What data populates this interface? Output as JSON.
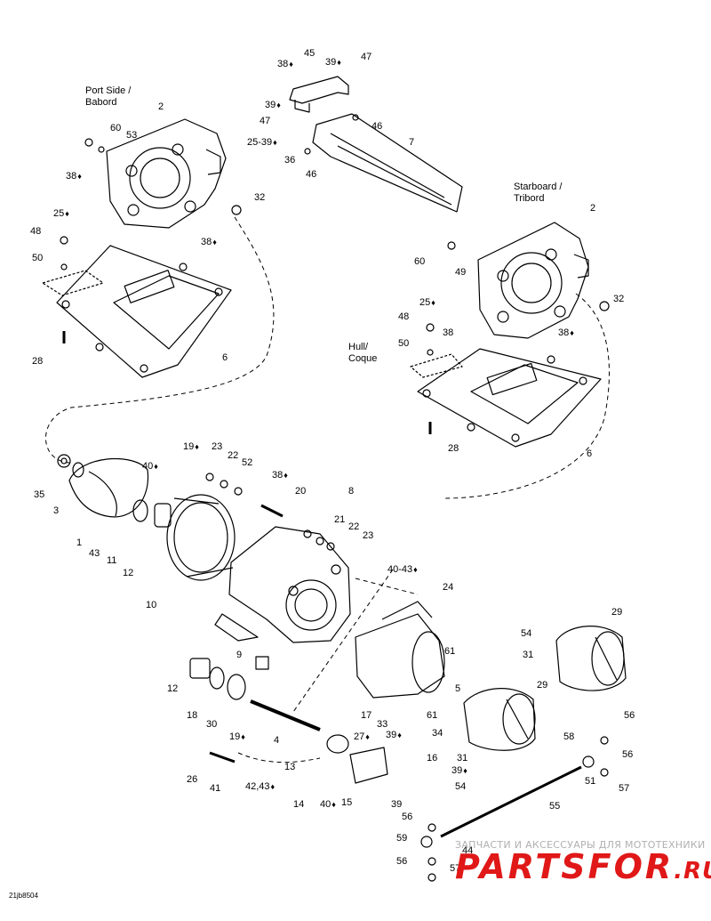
{
  "diagram_code": "21jb8504",
  "side_labels": {
    "port": [
      "Port Side /",
      "Babord"
    ],
    "starboard": [
      "Starboard /",
      "Tribord"
    ],
    "hull": [
      "Hull/",
      "Coque"
    ]
  },
  "callouts": [
    {
      "key": "c45",
      "text": "45"
    },
    {
      "key": "c38a",
      "text": "38",
      "drop": true
    },
    {
      "key": "c39a",
      "text": "39",
      "drop": true
    },
    {
      "key": "c47a",
      "text": "47"
    },
    {
      "key": "c39b",
      "text": "39",
      "drop": true
    },
    {
      "key": "c47b",
      "text": "47"
    },
    {
      "key": "c46a",
      "text": "46"
    },
    {
      "key": "c7",
      "text": "7"
    },
    {
      "key": "c2539",
      "text": "25-39",
      "drop": true
    },
    {
      "key": "c36",
      "text": "36"
    },
    {
      "key": "c46b",
      "text": "46"
    },
    {
      "key": "c2a",
      "text": "2"
    },
    {
      "key": "c60a",
      "text": "60"
    },
    {
      "key": "c53",
      "text": "53"
    },
    {
      "key": "c38b",
      "text": "38",
      "drop": true
    },
    {
      "key": "c32a",
      "text": "32"
    },
    {
      "key": "c25a",
      "text": "25",
      "drop": true
    },
    {
      "key": "c48a",
      "text": "48"
    },
    {
      "key": "c38c",
      "text": "38",
      "drop": true
    },
    {
      "key": "c50a",
      "text": "50"
    },
    {
      "key": "c28a",
      "text": "28"
    },
    {
      "key": "c6a",
      "text": "6"
    },
    {
      "key": "c2b",
      "text": "2"
    },
    {
      "key": "c60b",
      "text": "60"
    },
    {
      "key": "c49",
      "text": "49"
    },
    {
      "key": "c32b",
      "text": "32"
    },
    {
      "key": "c25b",
      "text": "25",
      "drop": true
    },
    {
      "key": "c48b",
      "text": "48"
    },
    {
      "key": "c38d",
      "text": "38"
    },
    {
      "key": "c38e",
      "text": "38",
      "drop": true
    },
    {
      "key": "c50b",
      "text": "50"
    },
    {
      "key": "c28b",
      "text": "28"
    },
    {
      "key": "c6b",
      "text": "6"
    },
    {
      "key": "c19a",
      "text": "19",
      "drop": true
    },
    {
      "key": "c23a",
      "text": "23"
    },
    {
      "key": "c22a",
      "text": "22"
    },
    {
      "key": "c52",
      "text": "52"
    },
    {
      "key": "c38f",
      "text": "38",
      "drop": true
    },
    {
      "key": "c20",
      "text": "20"
    },
    {
      "key": "c8",
      "text": "8"
    },
    {
      "key": "c21",
      "text": "21"
    },
    {
      "key": "c22b",
      "text": "22"
    },
    {
      "key": "c23b",
      "text": "23"
    },
    {
      "key": "c4043a",
      "text": "40-43",
      "drop": true
    },
    {
      "key": "c40a",
      "text": "40",
      "drop": true
    },
    {
      "key": "c35",
      "text": "35"
    },
    {
      "key": "c3",
      "text": "3"
    },
    {
      "key": "c1",
      "text": "1"
    },
    {
      "key": "c43",
      "text": "43"
    },
    {
      "key": "c11",
      "text": "11"
    },
    {
      "key": "c12a",
      "text": "12"
    },
    {
      "key": "c10",
      "text": "10"
    },
    {
      "key": "c24",
      "text": "24"
    },
    {
      "key": "c29a",
      "text": "29"
    },
    {
      "key": "c54a",
      "text": "54"
    },
    {
      "key": "c31a",
      "text": "31"
    },
    {
      "key": "c61a",
      "text": "61"
    },
    {
      "key": "c5",
      "text": "5"
    },
    {
      "key": "c29b",
      "text": "29"
    },
    {
      "key": "c9",
      "text": "9"
    },
    {
      "key": "c12b",
      "text": "12"
    },
    {
      "key": "c18",
      "text": "18"
    },
    {
      "key": "c30",
      "text": "30"
    },
    {
      "key": "c19b",
      "text": "19",
      "drop": true
    },
    {
      "key": "c4",
      "text": "4"
    },
    {
      "key": "c17",
      "text": "17"
    },
    {
      "key": "c33",
      "text": "33"
    },
    {
      "key": "c39c",
      "text": "39",
      "drop": true
    },
    {
      "key": "c34",
      "text": "34"
    },
    {
      "key": "c61b",
      "text": "61"
    },
    {
      "key": "c56a",
      "text": "56"
    },
    {
      "key": "c27",
      "text": "27",
      "drop": true
    },
    {
      "key": "c58",
      "text": "58"
    },
    {
      "key": "c56b",
      "text": "56"
    },
    {
      "key": "c16",
      "text": "16"
    },
    {
      "key": "c31b",
      "text": "31"
    },
    {
      "key": "c39d",
      "text": "39",
      "drop": true
    },
    {
      "key": "c26",
      "text": "26"
    },
    {
      "key": "c13",
      "text": "13"
    },
    {
      "key": "c51",
      "text": "51"
    },
    {
      "key": "c57a",
      "text": "57"
    },
    {
      "key": "c41",
      "text": "41"
    },
    {
      "key": "c4243",
      "text": "42,43",
      "drop": true
    },
    {
      "key": "c54b",
      "text": "54"
    },
    {
      "key": "c14",
      "text": "14"
    },
    {
      "key": "c40b",
      "text": "40",
      "drop": true
    },
    {
      "key": "c15",
      "text": "15"
    },
    {
      "key": "c39e",
      "text": "39"
    },
    {
      "key": "c55",
      "text": "55"
    },
    {
      "key": "c56c",
      "text": "56"
    },
    {
      "key": "c59",
      "text": "59"
    },
    {
      "key": "c44",
      "text": "44"
    },
    {
      "key": "c56d",
      "text": "56"
    },
    {
      "key": "c57b",
      "text": "57"
    }
  ],
  "watermark": {
    "top_line": "ЗАПЧАСТИ И АКСЕССУАРЫ ДЛЯ МОТОТЕХНИКИ",
    "brand": "PARTSFOR",
    "domain": ".RU"
  }
}
